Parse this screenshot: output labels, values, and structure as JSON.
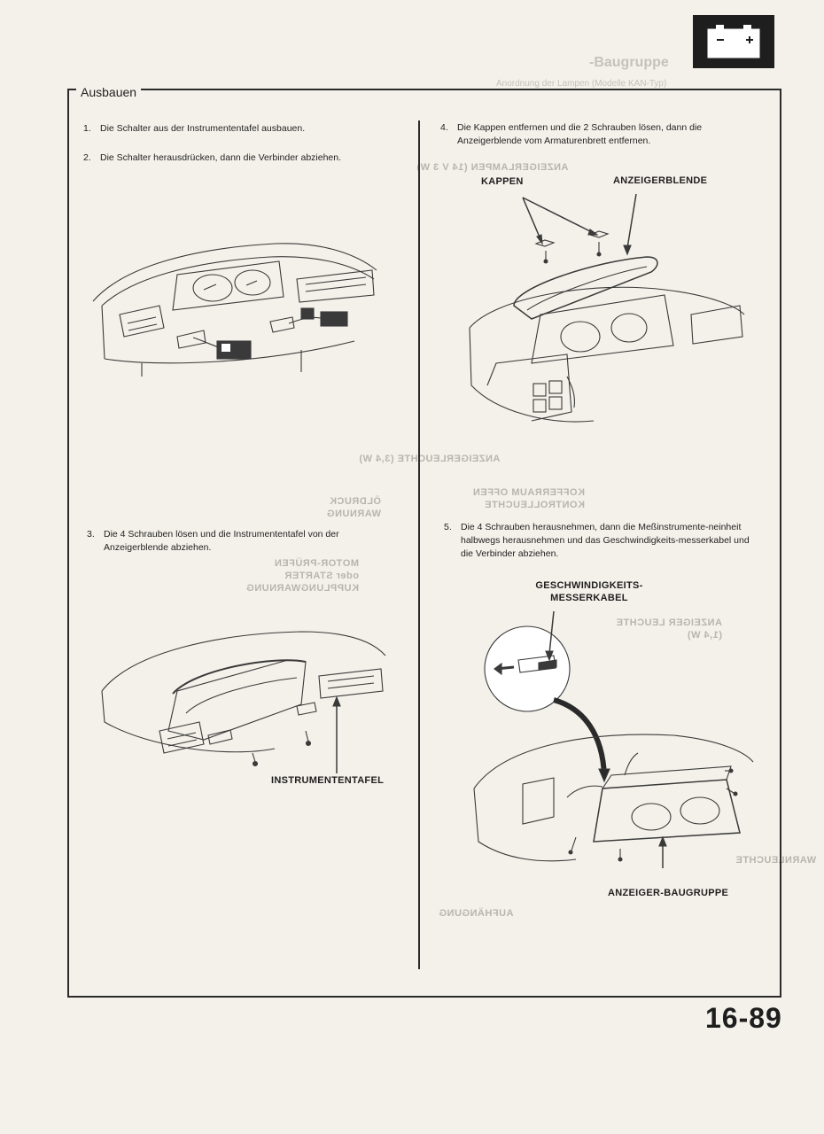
{
  "header": {
    "ghost_title": "-Baugruppe",
    "ghost_subtitle": "Anordnung der Lampen (Modelle KAN-Typ)",
    "battery_icon": "battery-icon",
    "battery_minus": "−",
    "battery_plus": "+"
  },
  "section": {
    "title": "Ausbauen"
  },
  "steps": [
    {
      "number": "1.",
      "text": "Die Schalter aus der Instrumententafel ausbauen."
    },
    {
      "number": "2.",
      "text": "Die Schalter herausdrücken, dann die Verbinder abziehen."
    },
    {
      "number": "3.",
      "text": "Die 4 Schrauben lösen und die Instrumententafel von der Anzeigerblende abziehen."
    },
    {
      "number": "4.",
      "text": "Die Kappen entfernen und die 2 Schrauben lösen, dann die Anzeigerblende vom  Armaturenbrett entfernen."
    },
    {
      "number": "5.",
      "text": "Die 4 Schrauben herausnehmen, dann die Meßinstrumente-neinheit halbwegs herausnehmen und das Geschwindigkeits-messerkabel und die Verbinder abziehen."
    }
  ],
  "figure_labels": {
    "kappen": "KAPPEN",
    "anzeigerblende": "ANZEIGERBLENDE",
    "instrumententafel": "INSTRUMENTENTAFEL",
    "geschwindigkeits_line1": "GESCHWINDIGKEITS-",
    "geschwindigkeits_line2": "MESSERKABEL",
    "anzeiger_baugruppe": "ANZEIGER-BAUGRUPPE"
  },
  "bleed_through": [
    "ANZEIGERLAMPEN (14 V 3 W)",
    "ANZEIGERLEUCHTE (3,4 W)",
    "KOFFERRAUM OFFEN KONTROLLEUCHTE",
    "ÖLDRUCK WARNUNG",
    "MOTOR-PRÜFEN oder STARTER KUPPLUNGWARNUNG",
    "ANZEIGER LEUCHTE (1,4 W)",
    "WARNLEUCHTE",
    "AUFHÄNGUNG"
  ],
  "footer": {
    "page_number": "16-89"
  }
}
